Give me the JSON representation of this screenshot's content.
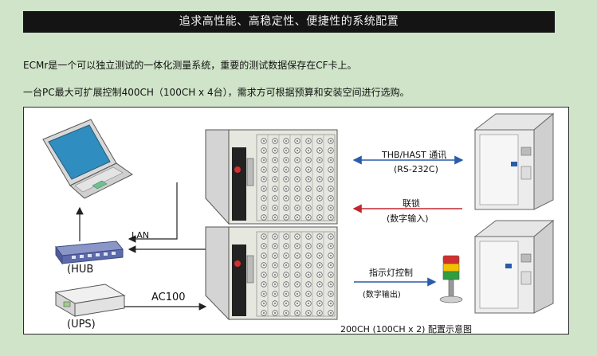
{
  "header": {
    "title": "追求高性能、高稳定性、便捷性的系统配置"
  },
  "intro": {
    "line1": "ECMr是一个可以独立测试的一体化测量系统，重要的测试数据保存在CF卡上。",
    "line2": "一台PC最大可扩展控制400CH（100CH x 4台），需求方可根据预算和安装空间进行选购。"
  },
  "diagram": {
    "lan": "LAN",
    "hub": "(HUB",
    "ac": "AC100",
    "ups": "(UPS)",
    "comm_label": "THB/HAST 通讯",
    "comm_sub": "(RS-232C)",
    "interlock_label": "联锁",
    "interlock_sub": "(数字输入)",
    "indicator_label": "指示灯控制",
    "indicator_sub": "(数字输出)",
    "caption": "200CH (100CH x 2) 配置示意图",
    "colors": {
      "comm_arrow": "#2a5caa",
      "interlock_arrow": "#c0282d",
      "indicator_arrow": "#2a5caa",
      "equipment_body": "#dcdcdc",
      "equipment_panel": "#e8eae2"
    }
  }
}
